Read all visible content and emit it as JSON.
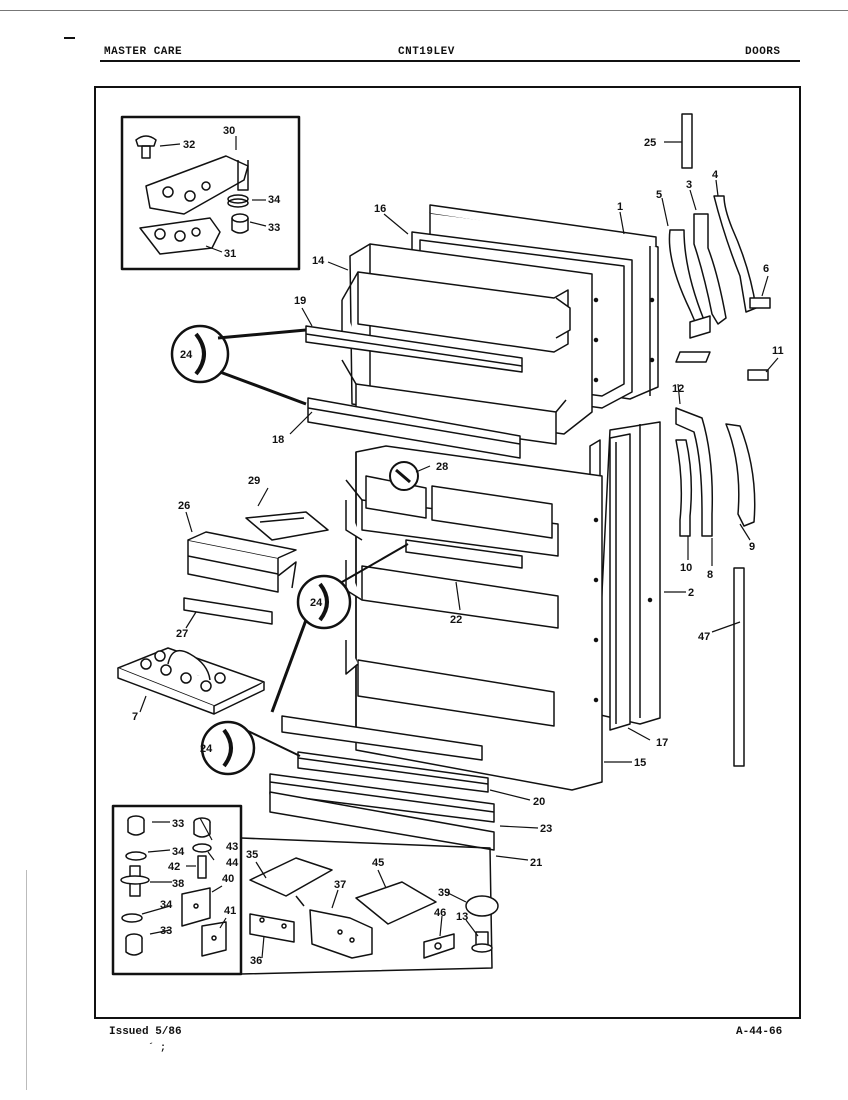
{
  "header": {
    "left": "MASTER CARE",
    "center": "CNT19LEV",
    "right": "DOORS"
  },
  "footer": {
    "issued": "Issued 5/86",
    "page_code": "A-44-66",
    "small_mark": "´ ;"
  },
  "callouts": [
    "1",
    "2",
    "3",
    "4",
    "5",
    "6",
    "7",
    "8",
    "9",
    "10",
    "11",
    "12",
    "13",
    "14",
    "15",
    "16",
    "17",
    "18",
    "19",
    "20",
    "21",
    "22",
    "23",
    "24",
    "25",
    "26",
    "27",
    "28",
    "29",
    "30",
    "31",
    "32",
    "33",
    "34",
    "35",
    "36",
    "37",
    "38",
    "39",
    "40",
    "41",
    "42",
    "43",
    "44",
    "45",
    "46",
    "47"
  ]
}
